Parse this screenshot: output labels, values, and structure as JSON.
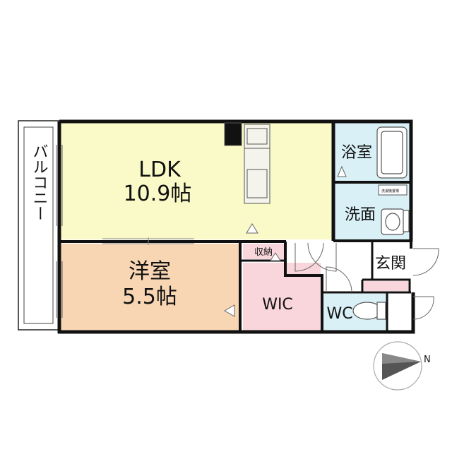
{
  "rooms": {
    "ldk": {
      "name": "LDK",
      "size": "10.9帖",
      "color": "#FAFAC8"
    },
    "western": {
      "name": "洋室",
      "size": "5.5帖",
      "color": "#F8D6B4"
    },
    "wic": {
      "name": "WIC",
      "color": "#F8D6DC"
    },
    "storage": {
      "name": "収納",
      "color": "#F8D6DC"
    },
    "bath": {
      "name": "浴室",
      "color": "#D8F0F6"
    },
    "washroom": {
      "name": "洗面",
      "color": "#D8F0F6"
    },
    "washer_label": "洗濯機置場",
    "entrance": {
      "name": "玄関"
    },
    "wc": {
      "name": "WC",
      "color": "#D8F0F6"
    },
    "balcony": {
      "name": "バルコニー"
    }
  },
  "compass": {
    "label": "N"
  },
  "colors": {
    "wall": "#111111",
    "fixture": "#555555",
    "entrance_step": "#F8D6DC"
  }
}
